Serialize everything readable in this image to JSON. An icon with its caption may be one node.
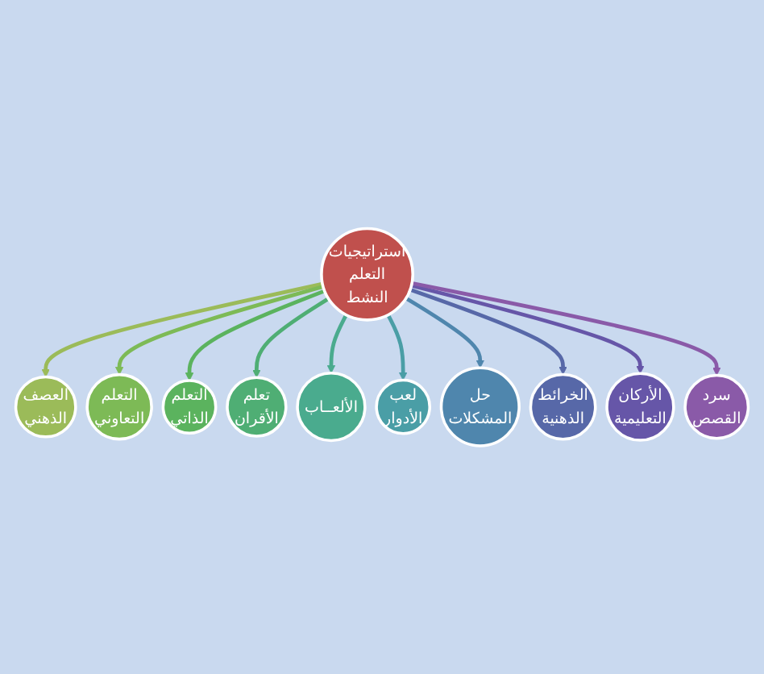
{
  "diagram": {
    "nodes": [
      {
        "text": [
          "استراتيجيات التعلم النشط"
        ]
      },
      {
        "text": [
          "العصف الذهني"
        ]
      },
      {
        "text": [
          "التعلم التعاوني"
        ]
      },
      {
        "text": [
          "التعلم الذاتي"
        ]
      },
      {
        "text": [
          "تعلم الأقران"
        ]
      },
      {
        "text": [
          "الألعــاب"
        ]
      },
      {
        "text": [
          "لعب الأدوار"
        ]
      },
      {
        "text": [
          "حل المشكلات"
        ]
      },
      {
        "text": [
          "الخرائط الذهنية"
        ]
      },
      {
        "text": [
          "الأركان التعليمية"
        ]
      },
      {
        "text": [
          "سرد القصص"
        ]
      }
    ],
    "edges": [
      {
        "from": 0,
        "to": 1,
        "arrow": "to",
        "color": "#9bbb59"
      },
      {
        "from": 0,
        "to": 2,
        "arrow": "to",
        "color": "#7dba56"
      },
      {
        "from": 0,
        "to": 3,
        "arrow": "to",
        "color": "#5bb35e"
      },
      {
        "from": 0,
        "to": 4,
        "arrow": "to",
        "color": "#4fae74"
      },
      {
        "from": 0,
        "to": 5,
        "arrow": "to",
        "color": "#4aab8e"
      },
      {
        "from": 0,
        "to": 6,
        "arrow": "to",
        "color": "#4a9ea6"
      },
      {
        "from": 0,
        "to": 7,
        "arrow": "to",
        "color": "#4f86ad"
      },
      {
        "from": 0,
        "to": 8,
        "arrow": "to",
        "color": "#5768a8"
      },
      {
        "from": 0,
        "to": 9,
        "arrow": "to",
        "color": "#6656a8"
      },
      {
        "from": 0,
        "to": 10,
        "arrow": "to",
        "color": "#8a5aa8"
      }
    ]
  }
}
